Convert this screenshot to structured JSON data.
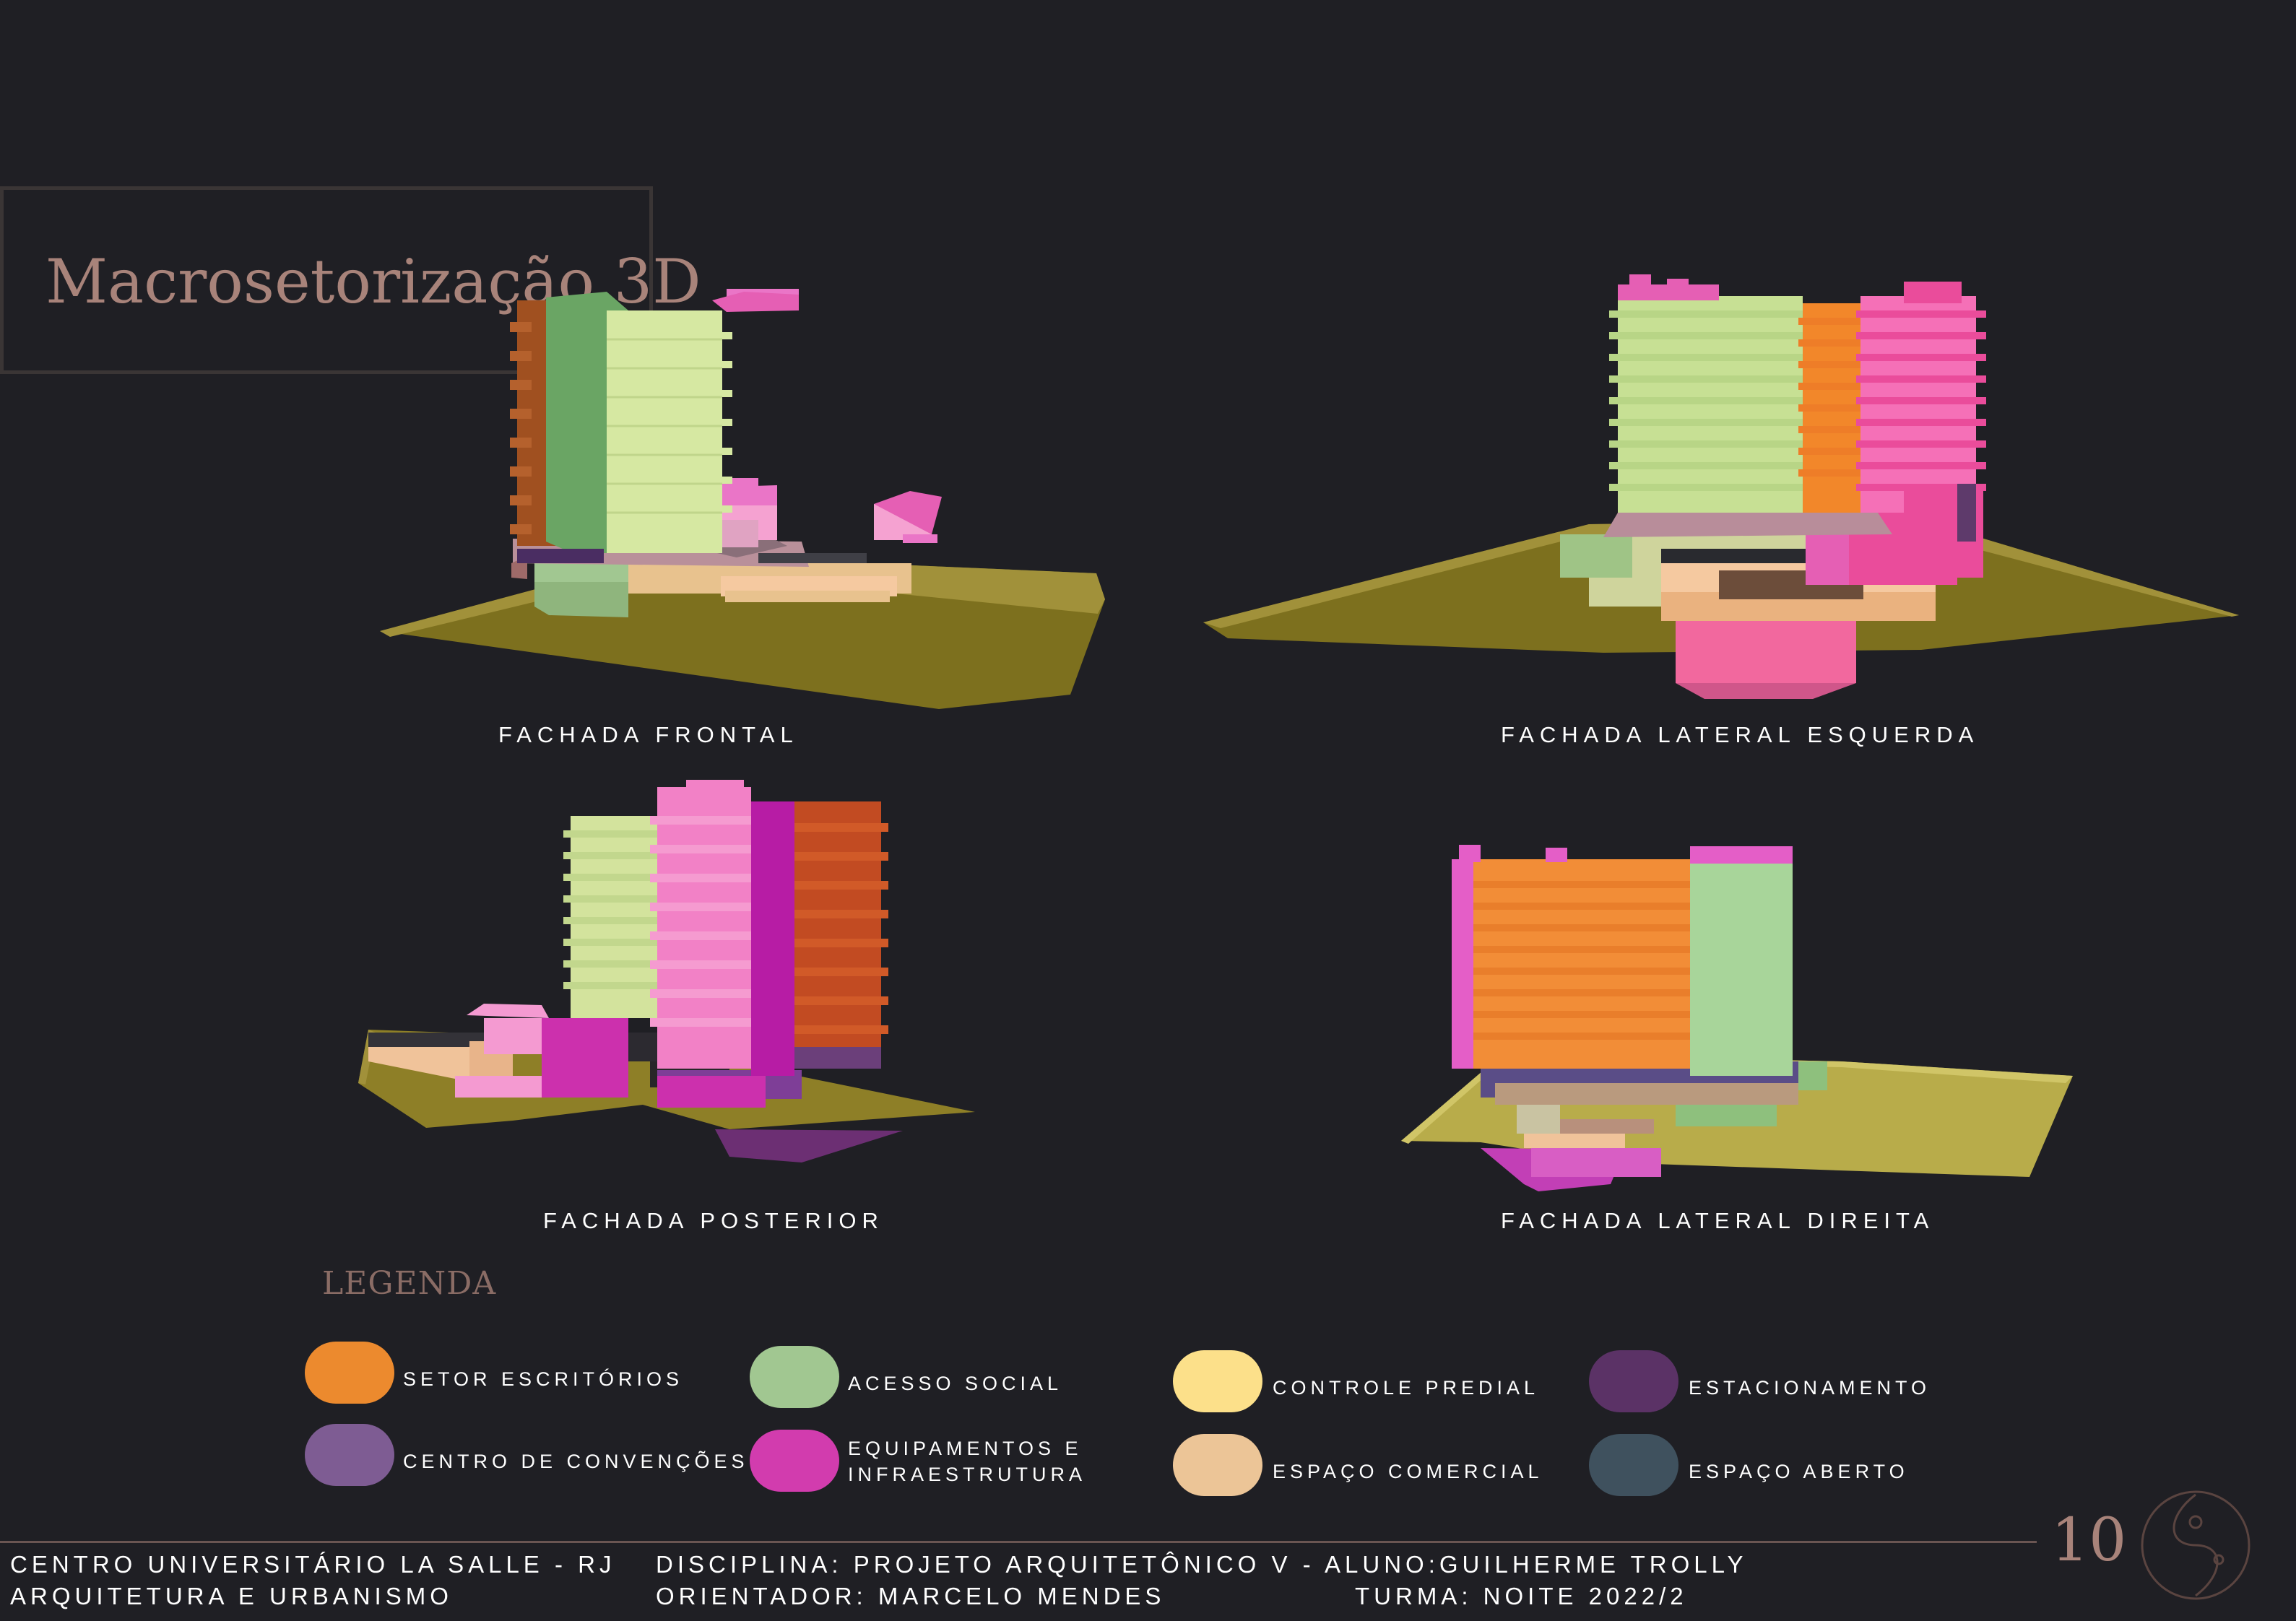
{
  "title": "Macrosetorização 3D",
  "views": [
    {
      "caption": "FACHADA FRONTAL"
    },
    {
      "caption": "FACHADA LATERAL ESQUERDA"
    },
    {
      "caption": "FACHADA POSTERIOR"
    },
    {
      "caption": "FACHADA LATERAL DIREITA"
    }
  ],
  "legend": {
    "title": "LEGENDA",
    "items": [
      {
        "label": "SETOR ESCRITÓRIOS",
        "color": "#ec8a2e"
      },
      {
        "label": "ACESSO SOCIAL",
        "color": "#a1c791"
      },
      {
        "label": "CONTROLE PREDIAL",
        "color": "#fce08a"
      },
      {
        "label": "ESTACIONAMENTO",
        "color": "#5b3266"
      },
      {
        "label": "CENTRO DE CONVENÇÕES",
        "color": "#7e5c93"
      },
      {
        "label_line1": "EQUIPAMENTOS E",
        "label_line2": "INFRAESTRUTURA",
        "color": "#d23cae"
      },
      {
        "label": "ESPAÇO COMERCIAL",
        "color": "#ecc597"
      },
      {
        "label": "ESPAÇO ABERTO",
        "color": "#3f515e"
      }
    ]
  },
  "footer": {
    "line1_left": "CENTRO UNIVERSITÁRIO LA SALLE - RJ",
    "line1_mid": "DISCIPLINA: PROJETO ARQUITETÔNICO V - ALUNO:GUILHERME TROLLY",
    "line2_left": "ARQUITETURA E URBANISMO",
    "line2_mid": "ORIENTADOR: MARCELO MENDES",
    "line2_right": "TURMA: NOITE 2022/2"
  },
  "page_number": "10"
}
